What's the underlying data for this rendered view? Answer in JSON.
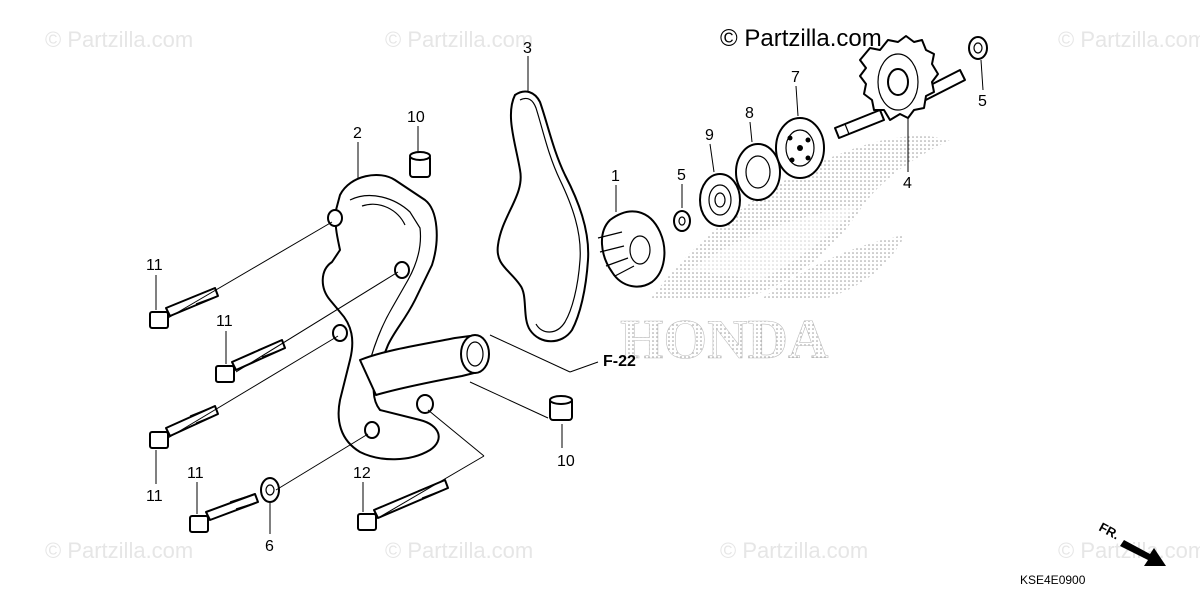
{
  "watermarks": {
    "main": "© Partzilla.com",
    "faint": "© Partzilla.com"
  },
  "logo_text": "HONDA",
  "diagram_code": "KSE4E0900",
  "front_marker": "FR.",
  "reference": "F-22",
  "callouts": {
    "impeller": "1",
    "cover": "2",
    "oring": "3",
    "shaft": "4",
    "washer_left": "5",
    "washer_right": "5",
    "washer_low": "6",
    "bearing_7": "7",
    "bearing_8": "8",
    "seal_9": "9",
    "pin_top": "10",
    "pin_bottom": "10",
    "bolt_a": "11",
    "bolt_b": "11",
    "bolt_c": "11",
    "bolt_d": "11",
    "bolt_long": "12"
  }
}
